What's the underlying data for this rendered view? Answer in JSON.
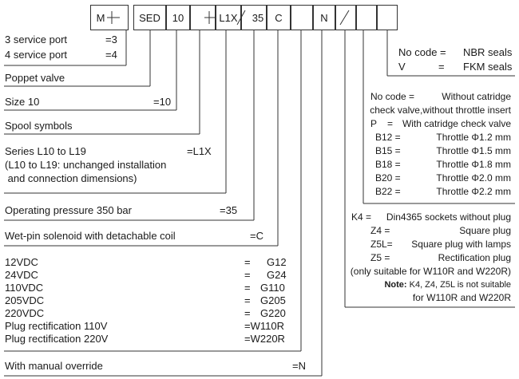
{
  "code_row": [
    "M",
    "",
    "SED",
    "10",
    "",
    "L1X",
    "35",
    "C",
    "",
    "N",
    "",
    ""
  ],
  "left": {
    "ports": [
      {
        "label": "3 service port",
        "code": "=3"
      },
      {
        "label": "4 service port",
        "code": "=4"
      }
    ],
    "poppet": "Poppet valve",
    "size": {
      "label": "Size 10",
      "code": "=10"
    },
    "spool": "Spool symbols",
    "series": {
      "label": "Series L10 to L19",
      "code": "=L1X",
      "note1": "(L10 to L19: unchanged installation",
      "note2": " and connection dimensions)"
    },
    "pressure": {
      "label": "Operating pressure 350 bar",
      "code": "=35"
    },
    "solenoid": {
      "label": "Wet-pin solenoid with detachable coil",
      "code": "=C"
    },
    "voltages": [
      {
        "label": "12VDC",
        "eq": "=",
        "code": "G12"
      },
      {
        "label": "24VDC",
        "eq": "=",
        "code": "G24"
      },
      {
        "label": "110VDC",
        "eq": "=",
        "code": "G110"
      },
      {
        "label": "205VDC",
        "eq": "=",
        "code": "G205"
      },
      {
        "label": "220VDC",
        "eq": "=",
        "code": "G220"
      },
      {
        "label": "Plug rectification 110V",
        "eq": "",
        "code": "=W110R"
      },
      {
        "label": "Plug rectification 220V",
        "eq": "",
        "code": "=W220R"
      }
    ],
    "override": {
      "label": "With manual override",
      "code": "=N"
    }
  },
  "right": {
    "seals": [
      {
        "code": "No code =",
        "label": "NBR seals"
      },
      {
        "code": "V",
        "eq": "=",
        "label": "FKM seals"
      }
    ],
    "insert": {
      "nocode": "No code =",
      "nocode_desc1": "Without catridge",
      "nocode_desc2": "check valve,without throttle insert",
      "p": "P",
      "p_eq": "=",
      "p_desc": "With catridge check valve",
      "throttles": [
        {
          "code": "B12 =",
          "desc": "Throttle Φ1.2 mm"
        },
        {
          "code": "B15 =",
          "desc": "Throttle Φ1.5 mm"
        },
        {
          "code": "B18 =",
          "desc": "Throttle Φ1.8 mm"
        },
        {
          "code": "B20 =",
          "desc": "Throttle Φ2.0 mm"
        },
        {
          "code": "B22 =",
          "desc": "Throttle Φ2.2 mm"
        }
      ]
    },
    "plugs": [
      {
        "code": "K4 =",
        "desc": "Din4365 sockets without plug"
      },
      {
        "code": "Z4 =",
        "desc": "Square plug"
      },
      {
        "code": "Z5L=",
        "desc": "Square plug with lamps"
      },
      {
        "code": "Z5 =",
        "desc": "Rectification plug"
      }
    ],
    "plug_note": "(only suitable for W110R and W220R)",
    "note_label": "Note:",
    "note_text": " K4, Z4, Z5L is not suitable",
    "note_text2": "for W110R and W220R"
  }
}
